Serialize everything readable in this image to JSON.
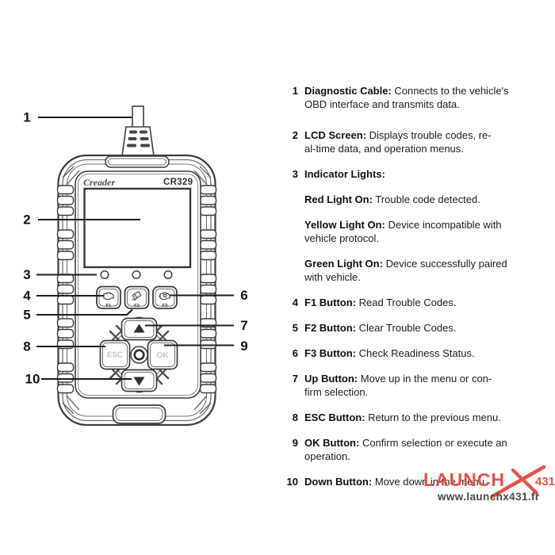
{
  "device": {
    "brand": "Creader",
    "model": "CR329",
    "buttons": {
      "f1": "F1",
      "f2": "F2",
      "f3": "F3",
      "esc": "ESC",
      "ok": "OK"
    }
  },
  "callouts": [
    "1",
    "2",
    "3",
    "4",
    "5",
    "6",
    "7",
    "8",
    "9",
    "10"
  ],
  "legend": {
    "items": [
      {
        "num": "1",
        "term": "Diagnostic Cable:",
        "line1": "Connects to the vehicle's",
        "line2": "OBD interface and transmits data."
      },
      {
        "num": "2",
        "term": "LCD Screen:",
        "line1": "Displays trouble codes, re-",
        "line2": "al-time data, and operation menus."
      },
      {
        "num": "3",
        "term": "Indicator Lights:",
        "line1": "",
        "line2": ""
      },
      {
        "num": "",
        "term": "Red Light On:",
        "line1": "Trouble code detected.",
        "line2": "",
        "color": "#ee1111"
      },
      {
        "num": "",
        "term": "Yellow Light On:",
        "line1": "Device incompatible with",
        "line2": "vehicle protocol.",
        "color": "#ffd200"
      },
      {
        "num": "",
        "term": "Green Light On:",
        "line1": "Device successfully paired",
        "line2": "with vehicle.",
        "color": "#16dd16"
      },
      {
        "num": "4",
        "term": "F1 Button:",
        "line1": "Read Trouble Codes.",
        "line2": ""
      },
      {
        "num": "5",
        "term": "F2 Button:",
        "line1": "Clear Trouble Codes.",
        "line2": ""
      },
      {
        "num": "6",
        "term": "F3 Button:",
        "line1": "Check Readiness Status.",
        "line2": ""
      },
      {
        "num": "7",
        "term": "Up Button:",
        "line1": "Move up in the menu or con-",
        "line2": "firm selection."
      },
      {
        "num": "8",
        "term": "ESC Button:",
        "line1": "Return to the previous menu.",
        "line2": ""
      },
      {
        "num": "9",
        "term": "OK Button:",
        "line1": "Confirm selection or execute an",
        "line2": "operation."
      },
      {
        "num": "10",
        "term": "Down Button:",
        "line1": "Move down in the menu.",
        "line2": ""
      }
    ]
  },
  "colors": {
    "indicator_red": "#ee1111",
    "indicator_yellow": "#ffd200",
    "indicator_green": "#16dd16",
    "logo_red": "#e4544a",
    "line_art": "#3d3d3d"
  },
  "footer": {
    "brand": "LAUNCH",
    "model_suffix": "431",
    "website": "www.launchx431.fr"
  }
}
